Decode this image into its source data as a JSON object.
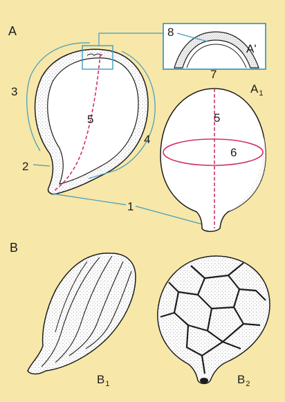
{
  "colors": {
    "background": "#f7e7a9",
    "outline": "#1c1c1c",
    "leader_line": "#3d9cbf",
    "axis_dashed": "#d0306a",
    "equator": "#d0306a",
    "seed_fill": "#ffffff",
    "stipple": "#8a8a8a"
  },
  "labels": {
    "panel_a": "A",
    "panel_a_prime": "A'",
    "panel_a1": "A",
    "panel_a1_sub": "1",
    "panel_b": "B",
    "panel_b1": "B",
    "panel_b1_sub": "1",
    "panel_b2": "B",
    "panel_b2_sub": "2",
    "n1": "1",
    "n2": "2",
    "n3": "3",
    "n4": "4",
    "n5_left": "5",
    "n5_right": "5",
    "n6": "6",
    "n7": "7",
    "n8": "8"
  },
  "icons": {
    "seed_section": "seed-longitudinal-section-icon",
    "seed_whole": "seed-outer-view-icon",
    "seed_ribbed": "ribbed-seed-icon",
    "seed_reticulate": "reticulate-seed-icon"
  }
}
